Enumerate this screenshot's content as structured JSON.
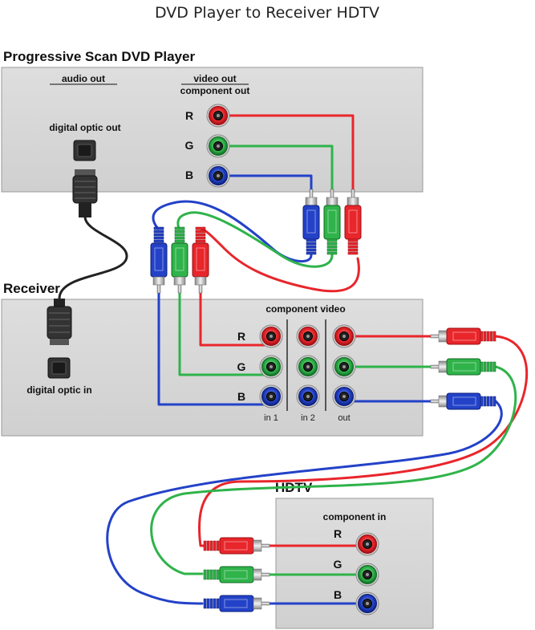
{
  "title": "DVD Player to Receiver HDTV",
  "dvd": {
    "name": "Progressive Scan DVD Player",
    "audio_out": "audio out",
    "video_out": "video out",
    "component_out": "component out",
    "digital_optic_out": "digital optic out",
    "channels": [
      "R",
      "G",
      "B"
    ]
  },
  "receiver": {
    "name": "Receiver",
    "component_video": "component video",
    "channels": [
      "R",
      "G",
      "B"
    ],
    "columns": [
      "in 1",
      "in 2",
      "out"
    ],
    "digital_optic_in": "digital optic in"
  },
  "hdtv": {
    "name": "HDTV",
    "component_in": "component in",
    "channels": [
      "R",
      "G",
      "B"
    ]
  },
  "colors": {
    "red": "#e8262b",
    "green": "#2fb34a",
    "blue": "#2342c8",
    "panel": "#d6d6d6",
    "panel_border": "#9a9a9a",
    "optical": "#222222"
  }
}
